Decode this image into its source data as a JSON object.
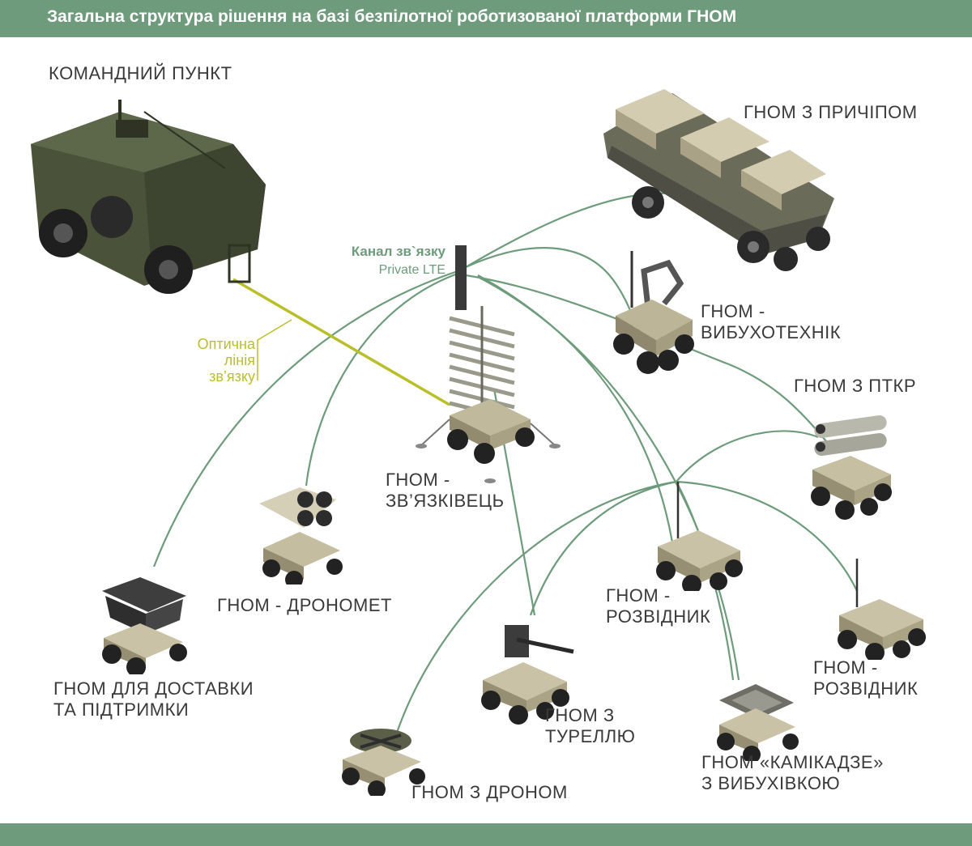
{
  "header": {
    "title": "Загальна структура рішення на базі безпілотної роботизованої платформи ГНОМ"
  },
  "colors": {
    "brand_green": "#6d9b7b",
    "fiber_line": "#b9bf2a",
    "label_text": "#3a3a3a",
    "camo": "#c9c2a6",
    "olive": "#4a5239"
  },
  "channel": {
    "title": "Канал зв`язку",
    "subtitle": "Private LTE"
  },
  "fiber": {
    "line1": "Оптична",
    "line2": "лінія",
    "line3": "зв’язку"
  },
  "labels": {
    "command": [
      "КОМАНДНИЙ ПУНКТ"
    ],
    "trailer": [
      "ГНОМ З ПРИЧІПОМ"
    ],
    "eod": [
      "ГНОМ -",
      "ВИБУХОТЕХНІК"
    ],
    "atgm": [
      "ГНОМ З ПТКР"
    ],
    "relay": [
      "ГНОМ -",
      "ЗВ’ЯЗКІВЕЦЬ"
    ],
    "dronomet": [
      "ГНОМ - ДРОНОМЕТ"
    ],
    "scout1": [
      "ГНОМ -",
      "РОЗВІДНИК"
    ],
    "scout2": [
      "ГНОМ -",
      "РОЗВІДНИК"
    ],
    "delivery": [
      "ГНОМ ДЛЯ ДОСТАВКИ",
      "ТА ПІДТРИМКИ"
    ],
    "turret": [
      "ГНОМ З",
      "ТУРЕЛЛЮ"
    ],
    "kamikaze": [
      "ГНОМ «КАМІКАДЗЕ»",
      "З ВИБУХІВКОЮ"
    ],
    "drone": [
      "ГНОМ З ДРОНОМ"
    ]
  }
}
